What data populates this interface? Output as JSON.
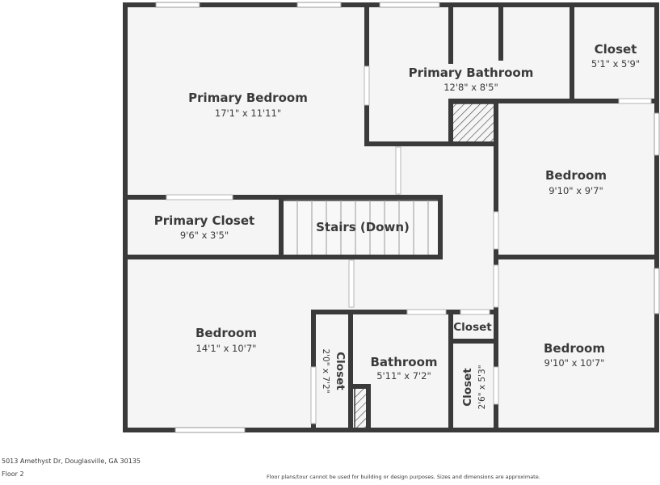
{
  "plan": {
    "wall_color": "#3a3a3a",
    "floor_color": "#f5f5f5",
    "window_color": "#ffffff",
    "rooms": {
      "primary_bedroom": {
        "name": "Primary Bedroom",
        "dims": "17'1\" x 11'11\""
      },
      "primary_bathroom": {
        "name": "Primary Bathroom",
        "dims": "12'8\" x 8'5\""
      },
      "closet_top": {
        "name": "Closet",
        "dims": "5'1\" x 5'9\""
      },
      "bedroom_right_top": {
        "name": "Bedroom",
        "dims": "9'10\" x 9'7\""
      },
      "primary_closet": {
        "name": "Primary Closet",
        "dims": "9'6\" x 3'5\""
      },
      "stairs": {
        "name": "Stairs (Down)"
      },
      "bedroom_left": {
        "name": "Bedroom",
        "dims": "14'1\" x 10'7\""
      },
      "closet_vertical_left": {
        "name": "Closet",
        "dims": "2'0\" x 7'2\""
      },
      "bathroom": {
        "name": "Bathroom",
        "dims": "5'11\" x 7'2\""
      },
      "closet_small": {
        "name": "Closet"
      },
      "closet_vertical_right": {
        "name": "Closet",
        "dims": "2'6\" x 5'3\""
      },
      "bedroom_right_bottom": {
        "name": "Bedroom",
        "dims": "9'10\" x 10'7\""
      }
    }
  },
  "footer": {
    "address": "5013 Amethyst Dr, Douglasville, GA 30135",
    "floor": "Floor 2",
    "disclaimer": "Floor plans/tour cannot be used for building or design purposes. Sizes and dimensions are approximate."
  }
}
